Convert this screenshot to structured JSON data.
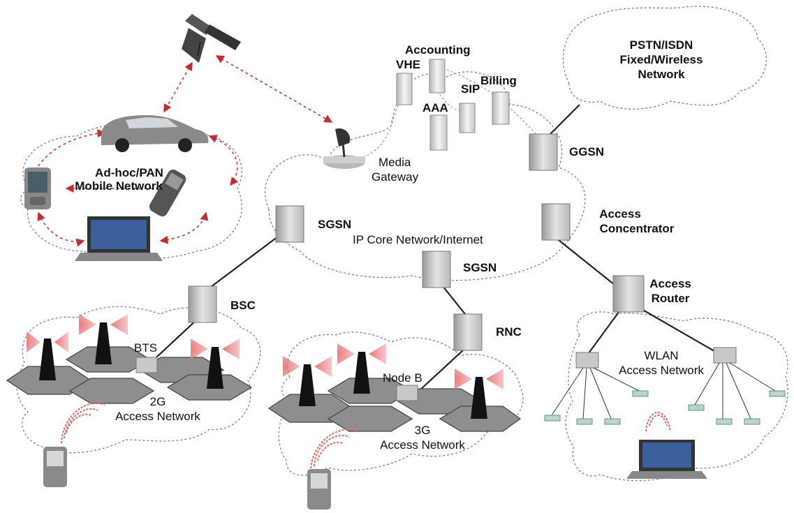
{
  "labels": {
    "adhoc_line1": "Ad-hoc/PAN",
    "adhoc_line2": "Mobile Network",
    "media_line1": "Media",
    "media_line2": "Gateway",
    "accounting": "Accounting",
    "vhe": "VHE",
    "sip": "SIP",
    "billing": "Billing",
    "aaa": "AAA",
    "pstn_line1": "PSTN/ISDN",
    "pstn_line2": "Fixed/Wireless",
    "pstn_line3": "Network",
    "ggsn": "GGSN",
    "sgsn_left": "SGSN",
    "core": "IP Core Network/Internet",
    "access_conc_line1": "Access",
    "access_conc_line2": "Concentrator",
    "sgsn_center": "SGSN",
    "bsc": "BSC",
    "rnc": "RNC",
    "access_router_line1": "Access",
    "access_router_line2": "Router",
    "bts": "BTS",
    "node_b": "Node B",
    "net_2g_line1": "2G",
    "net_2g_line2": "Access Network",
    "net_3g_line1": "3G",
    "net_3g_line2": "Access Network",
    "wlan_line1": "WLAN",
    "wlan_line2": "Access Network"
  }
}
